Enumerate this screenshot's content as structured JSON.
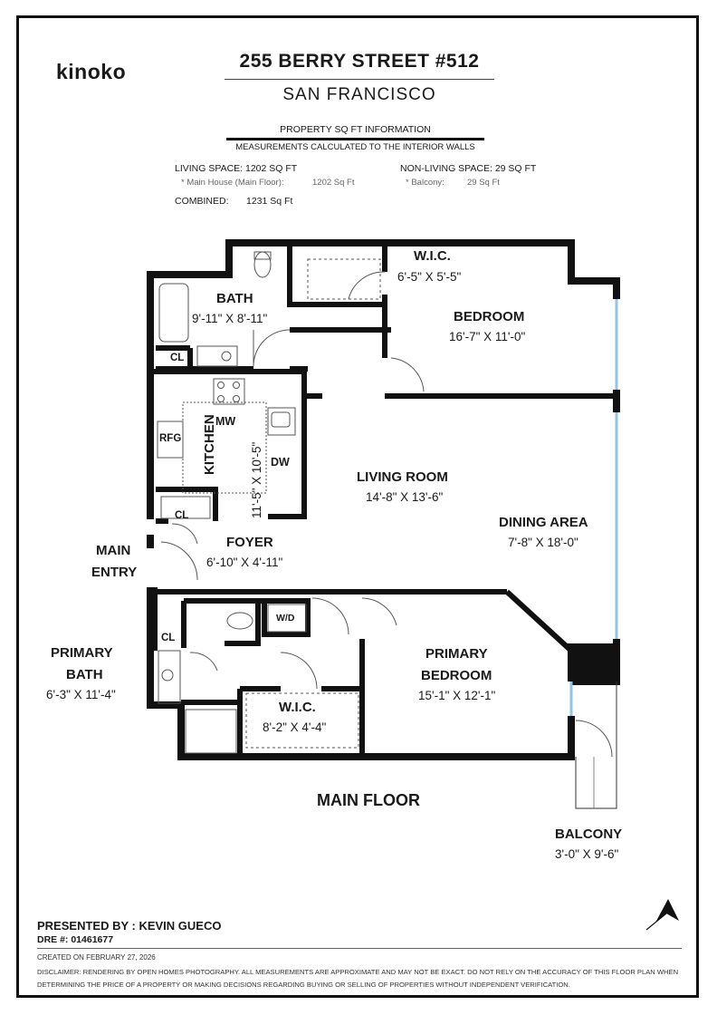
{
  "brand": {
    "logo": "kinoko"
  },
  "header": {
    "address": "255 BERRY STREET #512",
    "city": "SAN FRANCISCO",
    "info_title": "PROPERTY SQ FT INFORMATION",
    "info_subtitle": "MEASUREMENTS CALCULATED TO THE INTERIOR WALLS"
  },
  "sqft": {
    "living": "LIVING SPACE: 1202 SQ FT",
    "living_detail_label": "*   Main House (Main Floor):",
    "living_detail_value": "1202 Sq Ft",
    "non_living": "NON-LIVING SPACE: 29 SQ FT",
    "non_living_detail_label": "*   Balcony:",
    "non_living_detail_value": "29 Sq Ft",
    "combined_label": "COMBINED:",
    "combined_value": "1231  Sq Ft"
  },
  "rooms": {
    "bath": {
      "name": "BATH",
      "dim": "9'-11\" X 8'-11\""
    },
    "wic_top": {
      "name": "W.I.C.",
      "dim": "6'-5\" X 5'-5\""
    },
    "bedroom": {
      "name": "BEDROOM",
      "dim": "16'-7\" X 11'-0\""
    },
    "living": {
      "name": "LIVING ROOM",
      "dim": "14'-8\" X 13'-6\""
    },
    "kitchen": {
      "name": "KITCHEN",
      "dim": "11'-5\" X 10'-5\""
    },
    "dining": {
      "name": "DINING AREA",
      "dim": "7'-8\" X 18'-0\""
    },
    "foyer": {
      "name": "FOYER",
      "dim": "6'-10\" X 4'-11\""
    },
    "entry": {
      "line1": "MAIN",
      "line2": "ENTRY"
    },
    "primary_bath": {
      "line1": "PRIMARY",
      "line2": "BATH",
      "dim": "6'-3\" X 11'-4\""
    },
    "primary_bedroom": {
      "line1": "PRIMARY",
      "line2": "BEDROOM",
      "dim": "15'-1\" X 12'-1\""
    },
    "wic_bottom": {
      "name": "W.I.C.",
      "dim": "8'-2\" X 4'-4\""
    },
    "balcony": {
      "name": "BALCONY",
      "dim": "3'-0\" X 9'-6\""
    }
  },
  "fixtures": {
    "cl": "CL",
    "rfg": "RFG",
    "mw": "MW",
    "dw": "DW",
    "wd": "W/D"
  },
  "floor_label": "MAIN FLOOR",
  "footer": {
    "presented": "PRESENTED BY : KEVIN GUECO",
    "dre": "DRE #: 01461677",
    "created": "CREATED ON FEBRUARY 27, 2026",
    "disclaimer": "DISCLAIMER: RENDERING BY OPEN HOMES PHOTOGRAPHY. ALL MEASUREMENTS ARE APPROXIMATE AND MAY NOT BE EXACT. DO NOT RELY ON THE ACCURACY OF THIS FLOOR PLAN WHEN DETERMINING THE PRICE OF A PROPERTY OR MAKING DECISIONS REGARDING BUYING OR SELLING OF PROPERTIES WITHOUT INDEPENDENT VERIFICATION."
  },
  "colors": {
    "wall": "#111111",
    "window": "#8fc6e8",
    "fixture": "#555555"
  }
}
